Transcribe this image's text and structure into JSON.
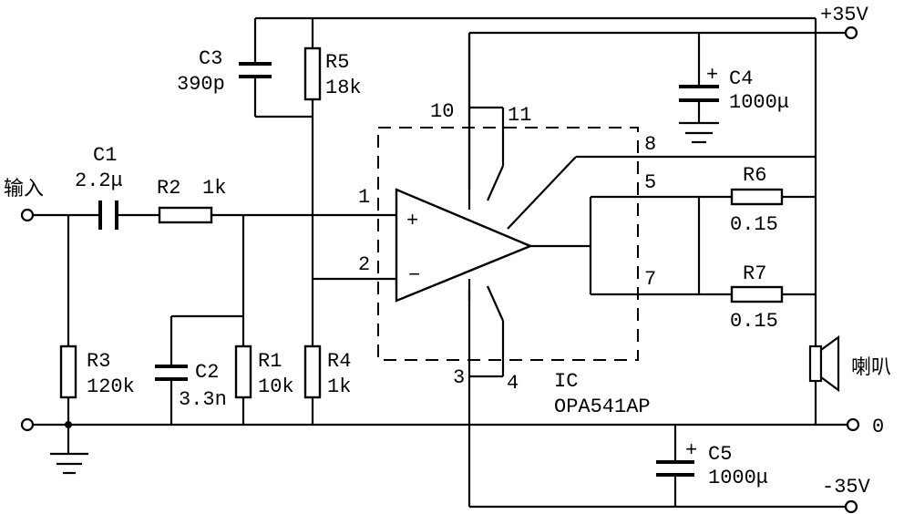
{
  "labels": {
    "input": "输入",
    "ground": "0",
    "vpos": "+35V",
    "vneg": "-35V",
    "speaker": "喇叭",
    "ic": "IC",
    "ic_part": "OPA541AP"
  },
  "components": {
    "c1": {
      "name": "C1",
      "value": "2.2μ"
    },
    "c2": {
      "name": "C2",
      "value": "3.3n"
    },
    "c3": {
      "name": "C3",
      "value": "390p"
    },
    "c4": {
      "name": "C4",
      "value": "1000μ"
    },
    "c5": {
      "name": "C5",
      "value": "1000μ"
    },
    "r1": {
      "name": "R1",
      "value": "10k"
    },
    "r2": {
      "name": "R2",
      "value": "1k"
    },
    "r3": {
      "name": "R3",
      "value": "120k"
    },
    "r4": {
      "name": "R4",
      "value": "1k"
    },
    "r5": {
      "name": "R5",
      "value": "18k"
    },
    "r6": {
      "name": "R6",
      "value": "0.15"
    },
    "r7": {
      "name": "R7",
      "value": "0.15"
    }
  },
  "pins": {
    "p1": "1",
    "p2": "2",
    "p3": "3",
    "p4": "4",
    "p5": "5",
    "p7": "7",
    "p8": "8",
    "p10": "10",
    "p11": "11"
  },
  "opamp": {
    "plus": "+",
    "minus": "−"
  },
  "polarity": {
    "c4": "+",
    "c5": "+"
  }
}
